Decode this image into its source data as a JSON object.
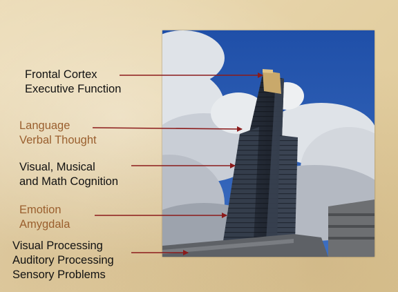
{
  "labels": {
    "frontal": [
      "Frontal Cortex",
      "Executive Function"
    ],
    "language": [
      "Language",
      "Verbal Thought"
    ],
    "visual": [
      "Visual, Musical",
      "and Math Cognition"
    ],
    "emotion": [
      "Emotion",
      "Amygdala"
    ],
    "sensory": [
      "Visual Processing",
      "Auditory Processing",
      "Sensory Problems"
    ]
  },
  "colors": {
    "text_dark": "#111111",
    "text_brown": "#9a5f2e",
    "arrow": "#8b1a1a"
  }
}
